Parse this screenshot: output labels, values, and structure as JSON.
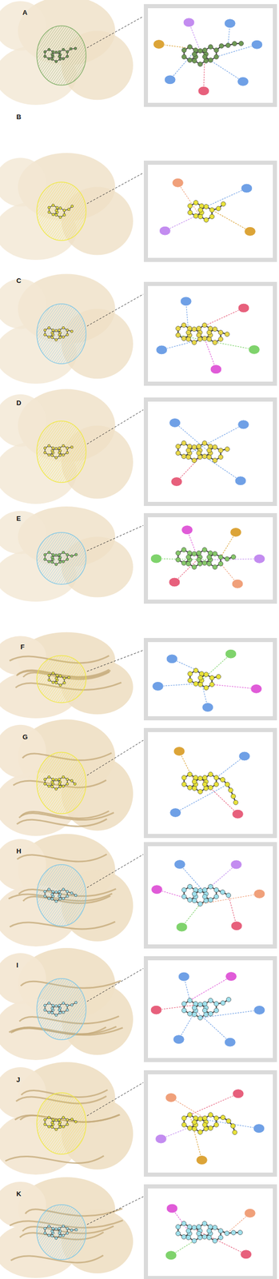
{
  "diagram": {
    "labels": [
      "A",
      "B",
      "C",
      "D",
      "E",
      "F",
      "G",
      "H",
      "I",
      "J",
      "K"
    ]
  }
}
